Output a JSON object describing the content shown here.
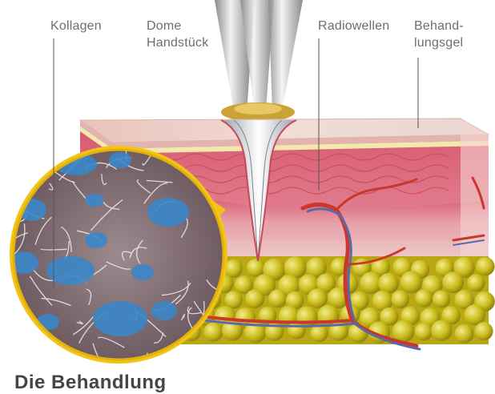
{
  "labels": {
    "kollagen": "Kollagen",
    "dome_line1": "Dome",
    "dome_line2": "Handstück",
    "radiowellen": "Radiowellen",
    "gel_line1": "Behand-",
    "gel_line2": "lungsgel"
  },
  "bottom_title": "Die Behandlung",
  "colors": {
    "label_text": "#6e6e6e",
    "magnifier_ring": "#f2c418",
    "skin_top": "#e8bcb4",
    "dermis": "#d9657a",
    "fat": "#cfc21c",
    "vessel_red": "#c8382c",
    "vessel_blue": "#5a6aa8",
    "collagen_blue": "#3a86c8"
  },
  "icons": [
    "dome-handpiece-icon",
    "magnifier-icon"
  ]
}
